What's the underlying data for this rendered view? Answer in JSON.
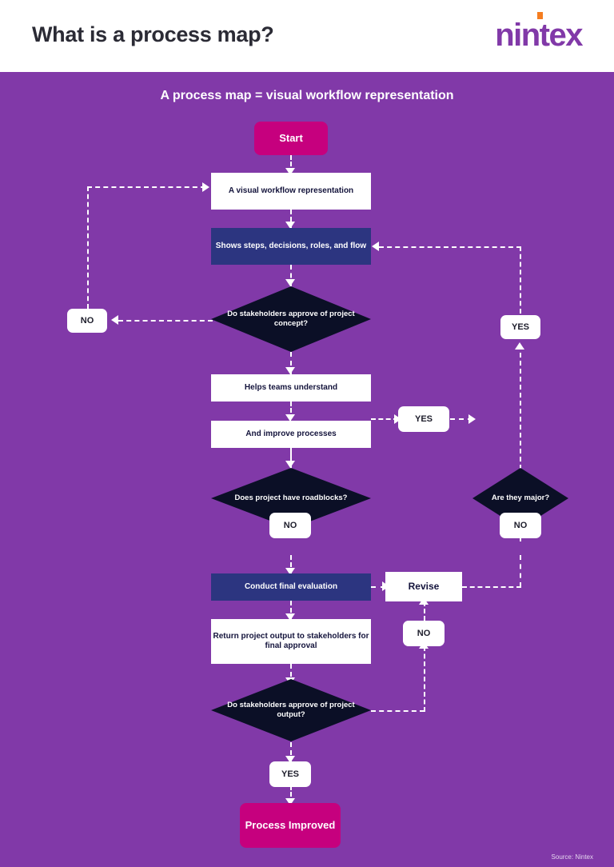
{
  "header": {
    "title": "What is a process map?",
    "brand": "nintex"
  },
  "canvas": {
    "subtitle": "A process map = visual workflow representation",
    "source": "Source: Nintex",
    "background_color": "#8139a8"
  },
  "colors": {
    "purple_background": "#8139a8",
    "magenta_terminator": "#c6007e",
    "navy_highlight": "#2c3580",
    "dark_decision": "#0b0f26",
    "white_node": "#ffffff",
    "title_text": "#2b2b35",
    "brand_purple": "#8139a8",
    "brand_orange": "#f57d20"
  },
  "flow": {
    "nodes": [
      {
        "id": "start",
        "label": "Start",
        "type": "terminator"
      },
      {
        "id": "visual",
        "label": "A visual workflow representation",
        "type": "process"
      },
      {
        "id": "shows",
        "label": "Shows steps, decisions, roles, and flow",
        "type": "highlight"
      },
      {
        "id": "approve_concept",
        "label": "Do stakeholders approve of project concept?",
        "type": "decision"
      },
      {
        "id": "helps",
        "label": "Helps teams understand",
        "type": "process"
      },
      {
        "id": "improve",
        "label": "And improve processes",
        "type": "process"
      },
      {
        "id": "roadblocks",
        "label": "Does project have roadblocks?",
        "type": "decision"
      },
      {
        "id": "major",
        "label": "Are they major?",
        "type": "decision"
      },
      {
        "id": "final_eval",
        "label": "Conduct final evaluation",
        "type": "highlight"
      },
      {
        "id": "revise",
        "label": "Revise",
        "type": "process"
      },
      {
        "id": "return_output",
        "label": "Return project output to stakeholders for final approval",
        "type": "process"
      },
      {
        "id": "approve_output",
        "label": "Do stakeholders approve of project output?",
        "type": "decision"
      },
      {
        "id": "improved",
        "label": "Process Improved",
        "type": "terminator"
      }
    ],
    "labels": [
      {
        "id": "no_concept",
        "label": "NO",
        "from": "approve_concept",
        "to": "visual"
      },
      {
        "id": "yes_major",
        "label": "YES",
        "from": "major",
        "to": "shows"
      },
      {
        "id": "yes_roadblocks",
        "label": "YES",
        "from": "roadblocks",
        "to": "major"
      },
      {
        "id": "no_roadblocks",
        "label": "NO",
        "from": "roadblocks",
        "to": "final_eval"
      },
      {
        "id": "no_major",
        "label": "NO",
        "from": "major",
        "to": "revise"
      },
      {
        "id": "no_output",
        "label": "NO",
        "from": "approve_output",
        "to": "revise"
      },
      {
        "id": "yes_output",
        "label": "YES",
        "from": "approve_output",
        "to": "improved"
      }
    ]
  }
}
